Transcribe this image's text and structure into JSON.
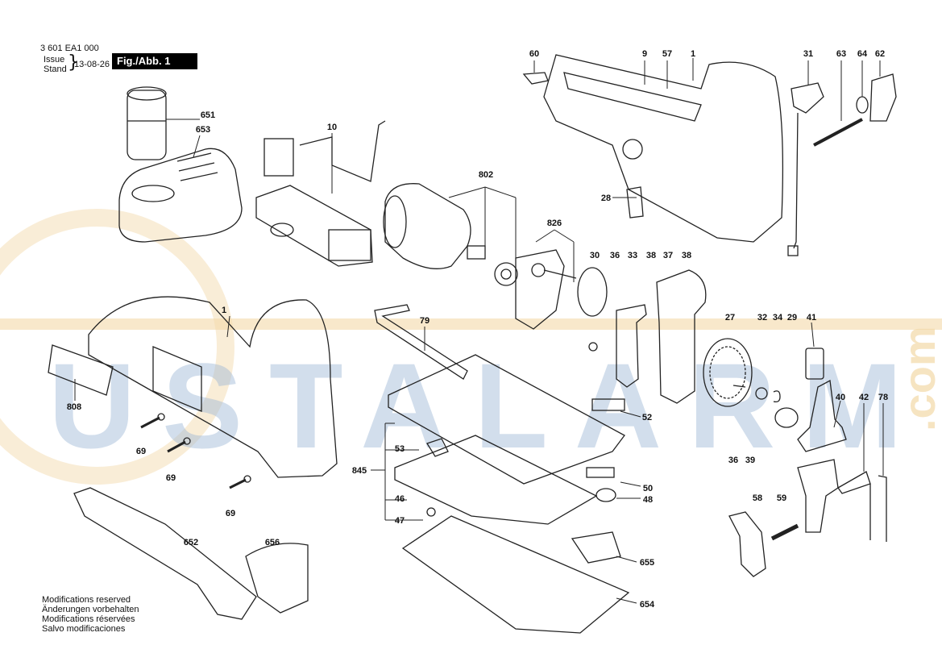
{
  "header": {
    "part_number": "3 601 EA1 000",
    "issue": "Issue",
    "stand": "Stand",
    "brace": "}",
    "date": "13-08-26",
    "figure_label": "Fig./Abb. 1"
  },
  "modifications": [
    "Modifications reserved",
    "Änderungen vorbehalten",
    "Modifications réservées",
    "Salvo modificaciones"
  ],
  "watermark": {
    "text": "USTALARM",
    "suffix": ".com",
    "color": "#9db8d6",
    "accent_color": "#f3d9a8"
  },
  "part_labels": [
    "1",
    "9",
    "57",
    "60",
    "31",
    "63",
    "64",
    "62",
    "10",
    "651",
    "653",
    "802",
    "28",
    "826",
    "30",
    "36",
    "33",
    "38",
    "37",
    "38",
    "79",
    "27",
    "32",
    "34",
    "29",
    "41",
    "808",
    "52",
    "40",
    "42",
    "78",
    "69",
    "69",
    "53",
    "50",
    "48",
    "46",
    "845",
    "69",
    "47",
    "36",
    "39",
    "58",
    "59",
    "652",
    "656",
    "655",
    "654",
    "1"
  ]
}
